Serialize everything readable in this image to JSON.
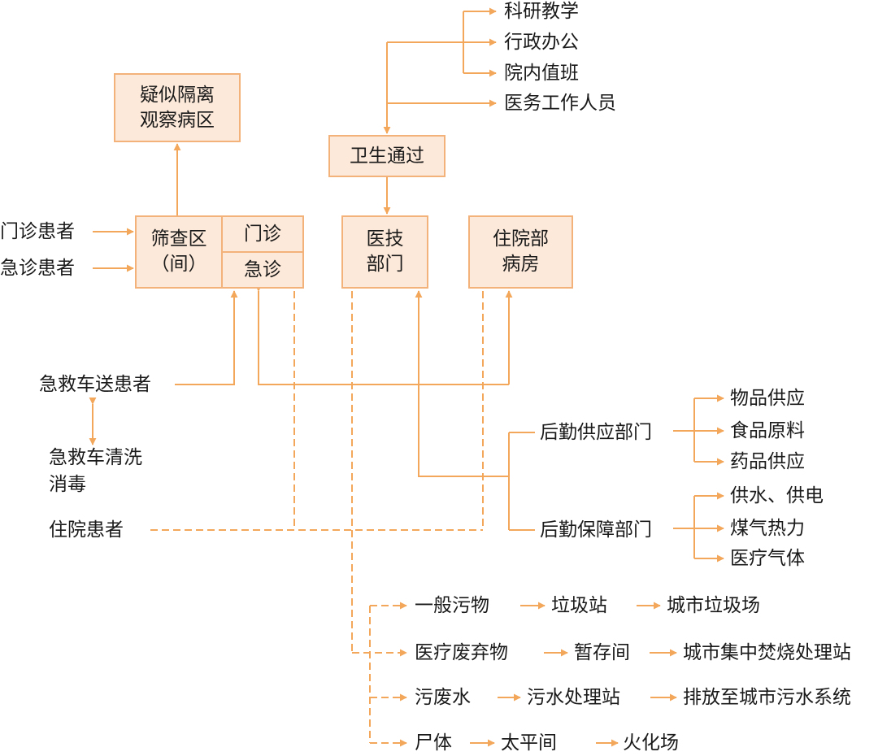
{
  "boxes": {
    "isolation": "疑似隔离\n观察病区",
    "sanitation": "卫生通过",
    "screening": "筛查区\n（间）",
    "outpatient": "门诊",
    "emergency": "急诊",
    "medtech": "医技\n部门",
    "inpatient": "住院部\n病房"
  },
  "staff_flow": {
    "research": "科研教学",
    "admin": "行政办公",
    "duty": "院内值班",
    "medical_staff": "医务工作人员"
  },
  "patients": {
    "outpatient_patients": "门诊患者",
    "emergency_patients": "急诊患者",
    "ambulance_patients": "急救车送患者",
    "ambulance_cleaning": "急救车清洗\n消毒",
    "inpatients": "住院患者"
  },
  "logistics": {
    "supply_dept": "后勤供应部门",
    "support_dept": "后勤保障部门",
    "goods_supply": "物品供应",
    "food": "食品原料",
    "drugs": "药品供应",
    "water_power": "供水、供电",
    "gas_heat": "煤气热力",
    "medical_gas": "医疗气体"
  },
  "waste": {
    "general": "一般污物",
    "garbage_station": "垃圾站",
    "city_landfill": "城市垃圾场",
    "medical_waste": "医疗废弃物",
    "temp_storage": "暂存间",
    "incineration": "城市集中焚烧处理站",
    "sewage": "污废水",
    "sewage_plant": "污水处理站",
    "discharge": "排放至城市污水系统",
    "corpse": "尸体",
    "morgue": "太平间",
    "crematorium": "火化场"
  },
  "colors": {
    "line": "#f2a75b",
    "box_fill": "#fde9d9",
    "box_border": "#f2b27a",
    "text": "#1a1a1a"
  }
}
